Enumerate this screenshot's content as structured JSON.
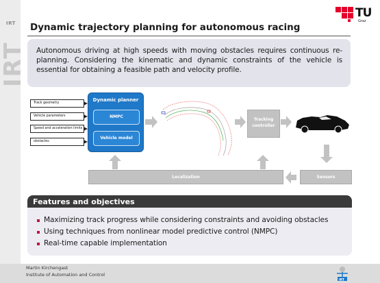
{
  "branding": {
    "institute_short": "IRT",
    "university_short": "TU",
    "university_city": "Graz",
    "accent_color": "#e4002b"
  },
  "slide": {
    "title": "Dynamic trajectory planning for autonomous racing",
    "abstract": "Autonomous driving at high speeds with moving obstacles requires continuous re-planning. Considering the kinematic and dynamic constraints of the vehicle is essential for obtaining a feasible path and velocity profile."
  },
  "diagram": {
    "inputs": [
      "Track geometry",
      "Vehicle parameters",
      "Speed and acceleration limits",
      "obstacles"
    ],
    "planner": {
      "title": "Dynamic planner",
      "nmpc_label": "NMPC",
      "vehicle_model_label": "Vehicle model",
      "color": "#1f78c8"
    },
    "tracking_controller": "Tracking controller",
    "localization": "Localization",
    "sensors": "Sensors",
    "icons": [
      "race-track-plot",
      "race-car-icon"
    ]
  },
  "features": {
    "header": "Features and objectives",
    "items": [
      "Maximizing track progress while considering constraints and avoiding obstacles",
      "Using techniques from nonlinear model predictive control (NMPC)",
      "Real-time capable implementation"
    ],
    "bullet_color": "#c0143c"
  },
  "footer": {
    "author": "Martin Kirchengast",
    "institute": "Institute of Automation and Control"
  }
}
